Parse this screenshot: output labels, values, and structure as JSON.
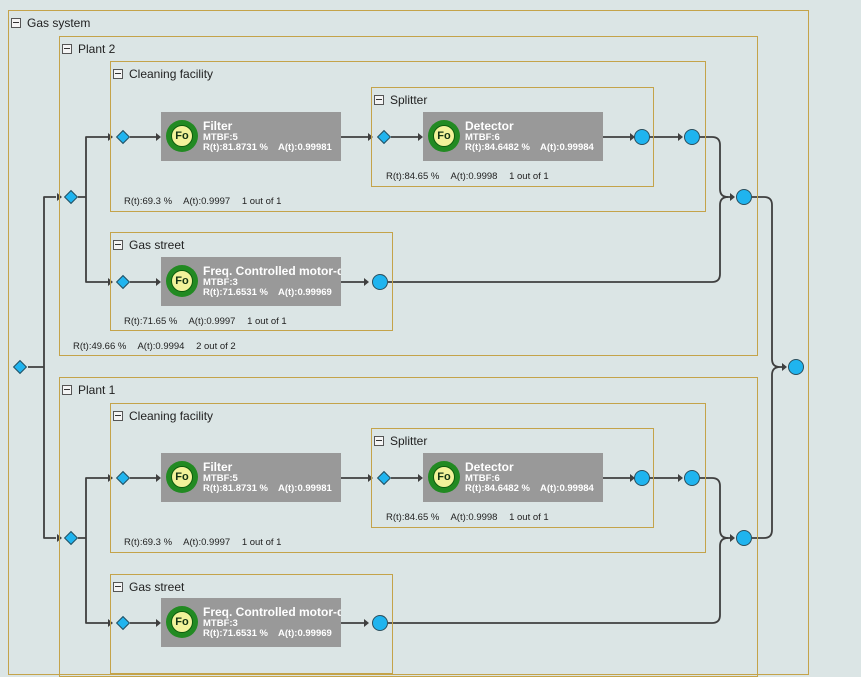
{
  "system": {
    "title": "Gas system"
  },
  "plant2": {
    "title": "Plant 2",
    "stats": {
      "r": "R(t):49.66 %",
      "a": "A(t):0.9994",
      "k": "2 out of 2"
    },
    "cleaning": {
      "title": "Cleaning facility",
      "stats": {
        "r": "R(t):69.3 %",
        "a": "A(t):0.9997",
        "k": "1 out of  1"
      },
      "filter": {
        "icon": "Fo",
        "name": "Filter",
        "mtbf": "MTBF:5",
        "r": "R(t):81.8731 %",
        "a": "A(t):0.99981"
      },
      "splitter": {
        "title": "Splitter",
        "stats": {
          "r": "R(t):84.65 %",
          "a": "A(t):0.9998",
          "k": "1 out of  1"
        },
        "detector": {
          "icon": "Fo",
          "name": "Detector",
          "mtbf": "MTBF:6",
          "r": "R(t):84.6482 %",
          "a": "A(t):0.99984"
        }
      }
    },
    "street": {
      "title": "Gas street",
      "stats": {
        "r": "R(t):71.65 %",
        "a": "A(t):0.9997",
        "k": "1 out of  1"
      },
      "motor": {
        "icon": "Fo",
        "name": "Freq. Controlled motor-drive",
        "mtbf": "MTBF:3",
        "r": "R(t):71.6531 %",
        "a": "A(t):0.99969"
      }
    }
  },
  "plant1": {
    "title": "Plant 1",
    "cleaning": {
      "title": "Cleaning facility",
      "stats": {
        "r": "R(t):69.3 %",
        "a": "A(t):0.9997",
        "k": "1 out of  1"
      },
      "filter": {
        "icon": "Fo",
        "name": "Filter",
        "mtbf": "MTBF:5",
        "r": "R(t):81.8731 %",
        "a": "A(t):0.99981"
      },
      "splitter": {
        "title": "Splitter",
        "stats": {
          "r": "R(t):84.65 %",
          "a": "A(t):0.9998",
          "k": "1 out of  1"
        },
        "detector": {
          "icon": "Fo",
          "name": "Detector",
          "mtbf": "MTBF:6",
          "r": "R(t):84.6482 %",
          "a": "A(t):0.99984"
        }
      }
    },
    "street": {
      "title": "Gas street",
      "motor": {
        "icon": "Fo",
        "name": "Freq. Controlled motor-drive",
        "mtbf": "MTBF:3",
        "r": "R(t):71.6531 %",
        "a": "A(t):0.99969"
      }
    }
  },
  "colors": {
    "border": "#c4a34a",
    "background": "#dbe5e5",
    "component": "#999999",
    "node": "#1fb4ef",
    "icon_green": "#228a22",
    "icon_yellow": "#f2f29a"
  }
}
